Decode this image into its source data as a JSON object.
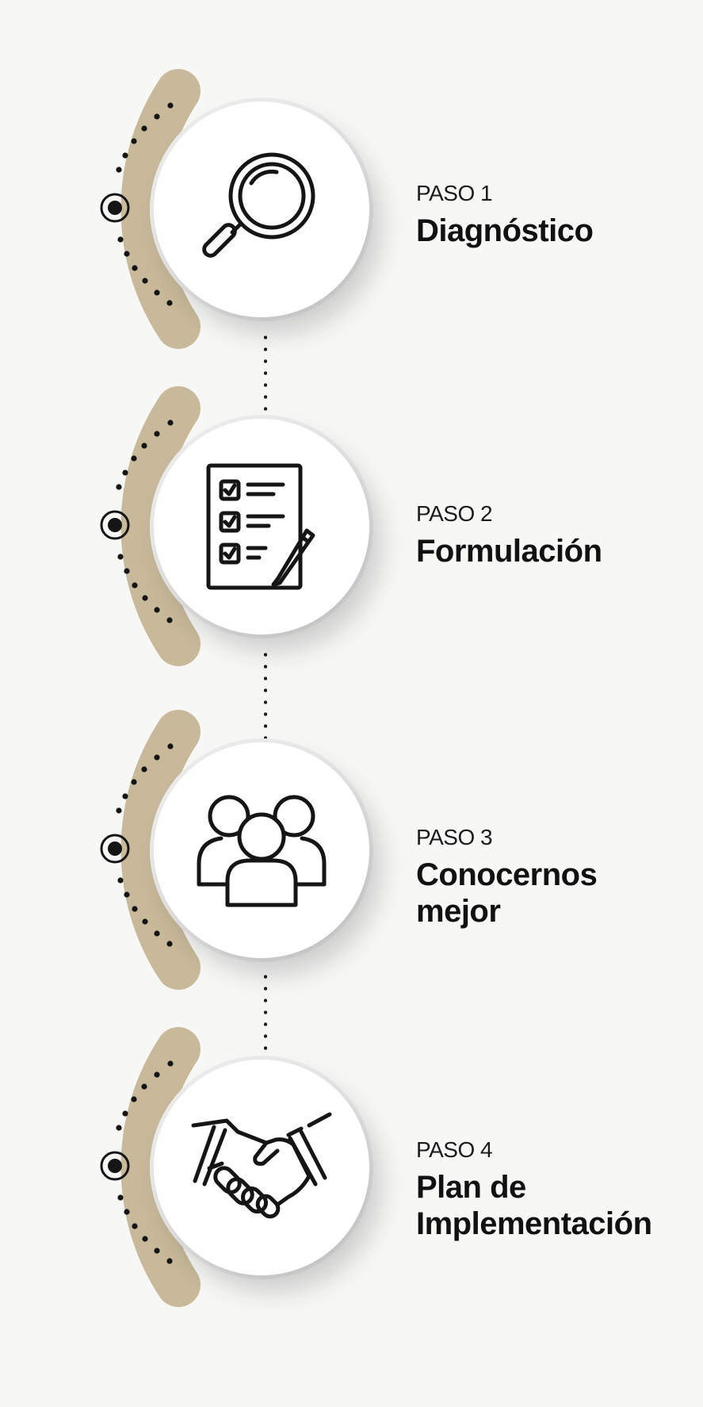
{
  "colors": {
    "background": "#f7f7f6",
    "arc": "#c8b99a",
    "ink": "#151515",
    "circle": "#ffffff"
  },
  "steps": [
    {
      "kicker": "PASO 1",
      "title": "Diagnóstico",
      "icon": "magnifying-glass-icon"
    },
    {
      "kicker": "PASO 2",
      "title": "Formulación",
      "icon": "checklist-pencil-icon"
    },
    {
      "kicker": "PASO 3",
      "title": "Conocernos mejor",
      "icon": "people-group-icon"
    },
    {
      "kicker": "PASO 4",
      "title": "Plan de Implementación",
      "icon": "handshake-icon"
    }
  ]
}
